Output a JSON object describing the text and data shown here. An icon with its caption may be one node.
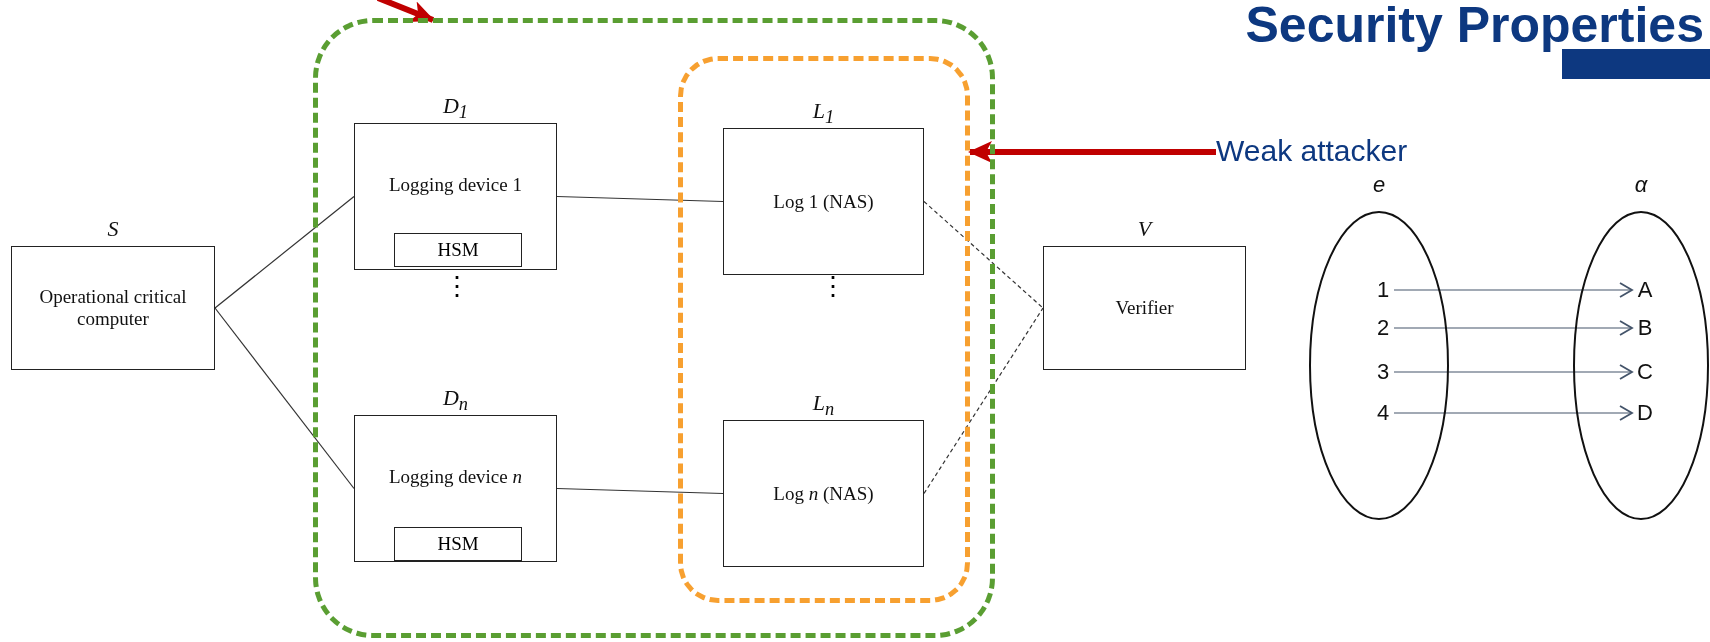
{
  "diagram": {
    "title": "Security Properties",
    "nodes": [
      {
        "text": [
          "S",
          "Operational critical computer"
        ]
      },
      {
        "text": [],
        "shape": "box"
      },
      {
        "text": [
          "D$_{1}$",
          "Logging device 1"
        ],
        "in": 1
      },
      {
        "text": [
          "HSM"
        ],
        "in": 2
      },
      {
        "text": [
          "D$_{n}$",
          "Logging device *n*"
        ],
        "in": 1
      },
      {
        "text": [
          "HSM"
        ],
        "in": 4
      },
      {
        "text": [],
        "shape": "box",
        "in": 1
      },
      {
        "text": [
          "L$_{1}$",
          "Log 1 (NAS)"
        ],
        "in": 6
      },
      {
        "text": [
          "L$_{n}$",
          "Log *n* (NAS)"
        ],
        "in": 6
      },
      {
        "text": [
          "V",
          "Verifier"
        ]
      },
      {
        "text": [
          "Weak attacker"
        ]
      },
      {
        "text": [
          "e"
        ]
      },
      {
        "text": [
          "1"
        ],
        "in": 11
      },
      {
        "text": [
          "2"
        ],
        "in": 11
      },
      {
        "text": [
          "3"
        ],
        "in": 11
      },
      {
        "text": [
          "4"
        ],
        "in": 11
      },
      {
        "text": [
          "α"
        ]
      },
      {
        "text": [
          "A"
        ],
        "in": 16
      },
      {
        "text": [
          "B"
        ],
        "in": 16
      },
      {
        "text": [
          "C"
        ],
        "in": 16
      },
      {
        "text": [
          "D"
        ],
        "in": 16
      }
    ],
    "edges": [
      {
        "from": 0,
        "to": 2,
        "arrow": "none"
      },
      {
        "from": 0,
        "to": 4,
        "arrow": "none"
      },
      {
        "from": 2,
        "to": 7,
        "arrow": "none"
      },
      {
        "from": 4,
        "to": 8,
        "arrow": "none"
      },
      {
        "from": 7,
        "to": 9,
        "arrow": "none",
        "style": "dashed"
      },
      {
        "from": 8,
        "to": 9,
        "arrow": "none",
        "style": "dashed"
      },
      {
        "from": null,
        "to": 1,
        "arrow": "to",
        "style": "thick",
        "color": "#c00000"
      },
      {
        "from": 10,
        "to": 6,
        "arrow": "to",
        "style": "thick",
        "color": "#c00000"
      },
      {
        "from": 12,
        "to": 17,
        "arrow": "to",
        "color": "#44546a"
      },
      {
        "from": 13,
        "to": 18,
        "arrow": "to",
        "color": "#44546a"
      },
      {
        "from": 14,
        "to": 19,
        "arrow": "to",
        "color": "#44546a"
      },
      {
        "from": 15,
        "to": 20,
        "arrow": "to",
        "color": "#44546a"
      }
    ],
    "labels": [
      "⋮",
      "⋮"
    ]
  }
}
